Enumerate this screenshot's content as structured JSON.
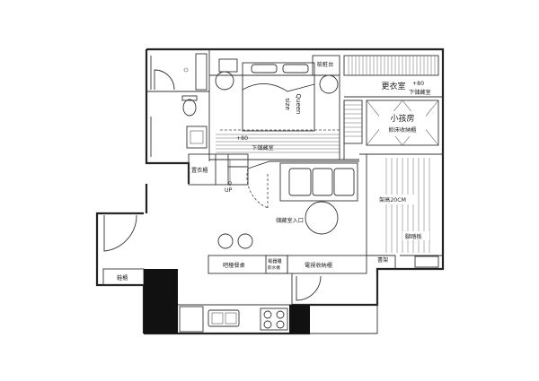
{
  "labels": {
    "vanity": "梳粧台",
    "bed_size_1": "Queen",
    "bed_size_2": "size",
    "walkin_closet": "更衣室",
    "walkin_plus": "+80",
    "walkin_under": "下儲藏室",
    "kids_room": "小孩房",
    "kids_storage": "掀床收納櫃",
    "bed_plus": "+80",
    "bed_under": "下儲藏室",
    "wardrobe": "置衣櫃",
    "up": "UP",
    "storage_entrance": "儲藏室入口",
    "raised_floor": "架高20CM",
    "step_board": "腳踏板",
    "shoe_cabinet": "鞋櫃",
    "bar_table": "吧檯餐桌",
    "appliance_cabinet": "電器櫃",
    "water_dispenser": "飲水機",
    "tv_cabinet": "電視收納櫃",
    "bookshelf": "書架"
  }
}
